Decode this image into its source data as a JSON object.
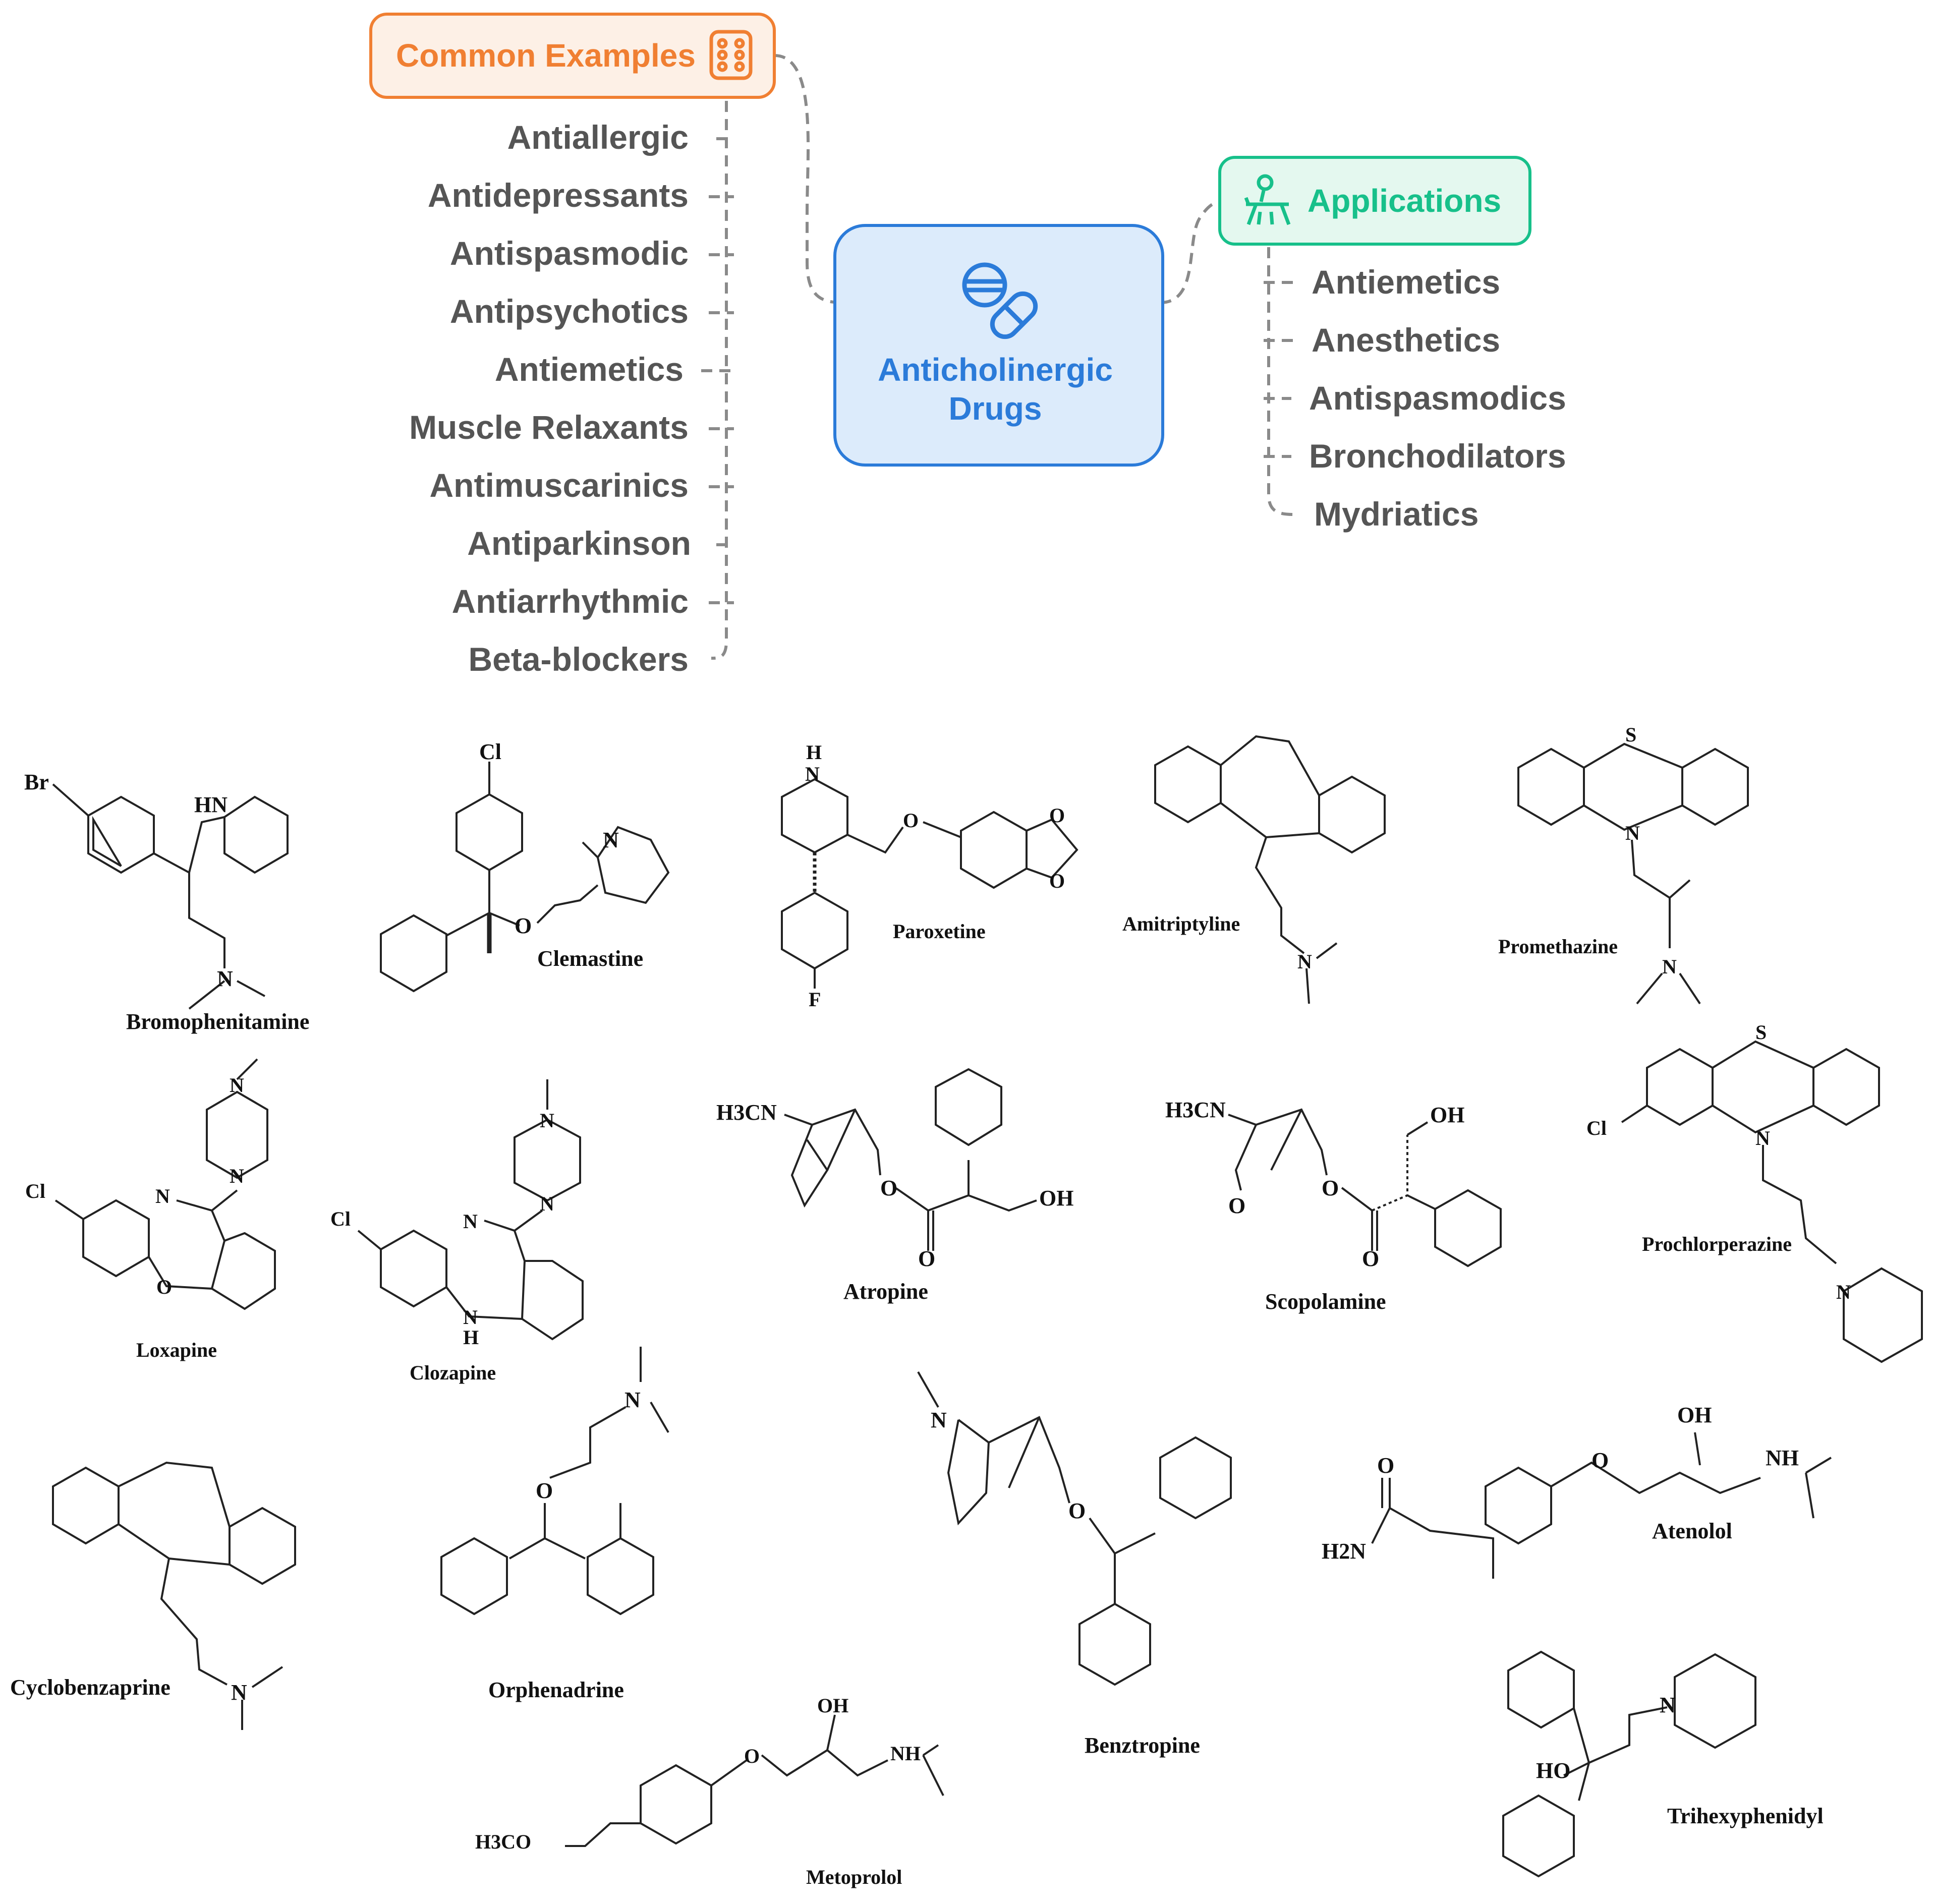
{
  "mindmap": {
    "center": {
      "line1": "Anticholinergic",
      "line2": "Drugs",
      "icon": "capsule-pill-icon",
      "color": "#2b7bd9"
    },
    "examples": {
      "title": "Common Examples",
      "icon": "pill-blister-icon",
      "color": "#f07f32",
      "items": [
        "Antiallergic",
        "Antidepressants",
        "Antispasmodic",
        "Antipsychotics",
        "Antiemetics",
        "Muscle Relaxants",
        "Antimuscarinics",
        "Antiparkinson",
        "Antiarrhythmic",
        "Beta-blockers"
      ]
    },
    "applications": {
      "title": "Applications",
      "icon": "patient-bed-icon",
      "color": "#17c08a",
      "items": [
        "Antiemetics",
        "Anesthetics",
        "Antispasmodics",
        "Bronchodilators",
        "Mydriatics"
      ]
    }
  },
  "structures": {
    "bromophenitamine": {
      "name": "Bromophenitamine",
      "br": "Br",
      "hn": "HN",
      "n": "N"
    },
    "clemastine": {
      "name": "Clemastine",
      "cl": "Cl",
      "o": "O",
      "n": "N"
    },
    "paroxetine": {
      "name": "Paroxetine",
      "h": "H",
      "n": "N",
      "o1": "O",
      "o2": "O",
      "o3": "O",
      "f": "F"
    },
    "amitriptyline": {
      "name": "Amitriptyline",
      "n": "N"
    },
    "promethazine": {
      "name": "Promethazine",
      "s": "S",
      "n1": "N",
      "n2": "N"
    },
    "loxapine": {
      "name": "Loxapine",
      "cl": "Cl",
      "n1": "N",
      "n2": "N",
      "n3": "N",
      "o": "O"
    },
    "clozapine": {
      "name": "Clozapine",
      "cl": "Cl",
      "n1": "N",
      "n2": "N",
      "n3": "N",
      "n4": "N",
      "h": "H"
    },
    "atropine": {
      "name": "Atropine",
      "h3cn": "H3CN",
      "o1": "O",
      "o2": "O",
      "oh": "OH"
    },
    "scopolamine": {
      "name": "Scopolamine",
      "h3cn": "H3CN",
      "o1": "O",
      "o2": "O",
      "o3": "O",
      "oh": "OH"
    },
    "prochlorperazine": {
      "name": "Prochlorperazine",
      "s": "S",
      "cl": "Cl",
      "n1": "N",
      "n2": "N"
    },
    "cyclobenzaprine": {
      "name": "Cyclobenzaprine",
      "n": "N"
    },
    "orphenadrine": {
      "name": "Orphenadrine",
      "n": "N",
      "o": "O"
    },
    "benztropine": {
      "name": "Benztropine",
      "n": "N",
      "o": "O"
    },
    "atenolol": {
      "name": "Atenolol",
      "o1": "O",
      "o2": "O",
      "oh": "OH",
      "nh": "NH",
      "h2n": "H2N"
    },
    "metoprolol": {
      "name": "Metoprolol",
      "oh": "OH",
      "o": "O",
      "nh": "NH",
      "h3co": "H3CO"
    },
    "trihexyphenidyl": {
      "name": "Trihexyphenidyl",
      "n": "N",
      "ho": "HO"
    }
  }
}
